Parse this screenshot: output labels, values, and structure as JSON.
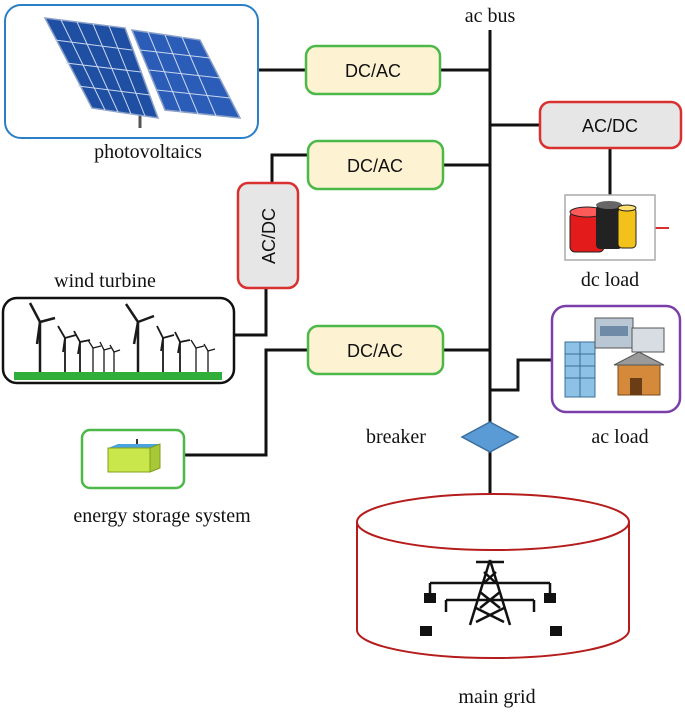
{
  "labels": {
    "ac_bus": "ac bus",
    "photovoltaics": "photovoltaics",
    "wind_turbine": "wind turbine",
    "energy_storage": "energy storage system",
    "dc_load": "dc load",
    "ac_load": "ac load",
    "breaker": "breaker",
    "main_grid": "main grid"
  },
  "converters": {
    "pv": "DC/AC",
    "wind_inverter": "DC/AC",
    "wind_rectifier": "AC/DC",
    "storage": "DC/AC",
    "dc_load": "AC/DC"
  },
  "colors": {
    "pv_frame": "#2a7fc6",
    "dcac_border": "#4cb848",
    "dcac_fill": "#fdf3d3",
    "acdc_border": "#d93030",
    "acdc_fill": "#e6e6e6",
    "ac_load_frame": "#7a3fa8",
    "grid_outline": "#b51c1c",
    "breaker_fill": "#5b9bd5"
  }
}
